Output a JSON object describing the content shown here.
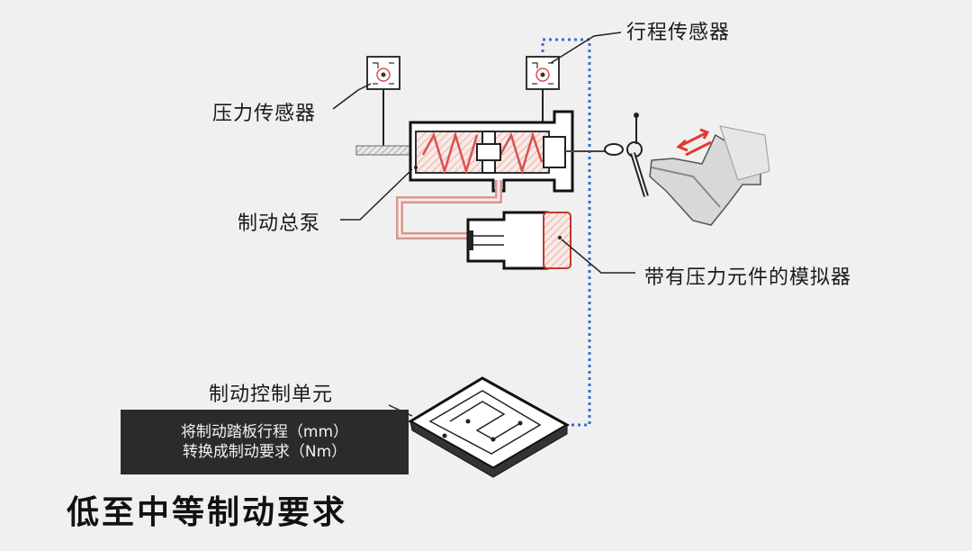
{
  "labels": {
    "pressure_sensor": "压力传感器",
    "stroke_sensor": "行程传感器",
    "master_cylinder": "制动总泵",
    "simulator": "带有压力元件的模拟器",
    "control_unit": "制动控制单元"
  },
  "caption": {
    "line1": "将制动踏板行程（mm）",
    "line2": "转换成制动要求（Nm）"
  },
  "title": "低至中等制动要求",
  "colors": {
    "spring": "#d9534f",
    "signal_line": "#2f6fd6",
    "arrow": "#e03a2f",
    "box": "#2b2b2b"
  }
}
